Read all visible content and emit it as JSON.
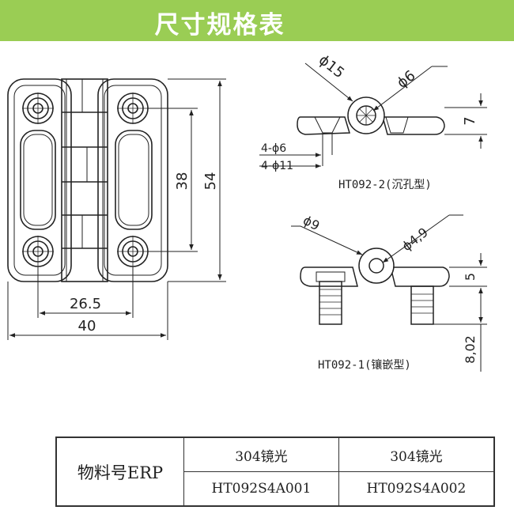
{
  "banner": {
    "title": "尺寸规格表",
    "color": "#9acd54"
  },
  "front_view": {
    "dim_height": "54",
    "dim_hole_spacing_vertical": "38",
    "dim_hole_spacing_horizontal": "26.5",
    "dim_width": "40"
  },
  "view_ht092_2": {
    "dim_phi_large": "ϕ15",
    "dim_phi_small": "ϕ6",
    "dim_holes_inner": "4-ϕ6",
    "dim_holes_outer": "4-ϕ11",
    "dim_thickness": "7",
    "caption": "HT092-2(沉孔型)"
  },
  "view_ht092_1": {
    "dim_phi_large": "ϕ9",
    "dim_phi_small": "ϕ4,9",
    "dim_thickness": "5",
    "dim_stud": "8,02",
    "caption": "HT092-1(镶嵌型)"
  },
  "table": {
    "row_header": "物料号ERP",
    "finish_col1": "304镜光",
    "finish_col2": "304镜光",
    "code_col1": "HT092S4A001",
    "code_col2": "HT092S4A002"
  }
}
